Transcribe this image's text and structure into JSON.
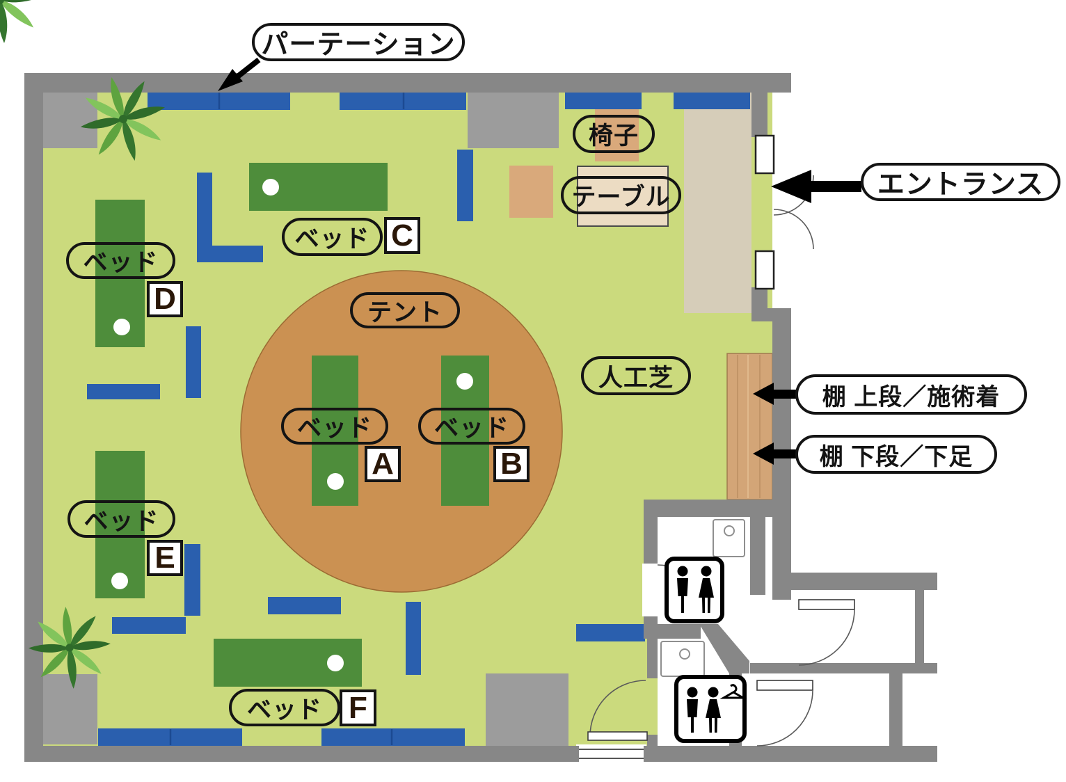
{
  "labels": {
    "partition": "パーテーション",
    "entrance": "エントランス",
    "chair": "椅子",
    "table": "テーブル",
    "tent": "テント",
    "turf": "人工芝",
    "bed": "ベッド",
    "shelf_upper": "棚 上段／施術着",
    "shelf_lower": "棚 下段／下足"
  },
  "beds": [
    {
      "id": "A"
    },
    {
      "id": "B"
    },
    {
      "id": "C"
    },
    {
      "id": "D"
    },
    {
      "id": "E"
    },
    {
      "id": "F"
    }
  ],
  "colors": {
    "floor": "#cbda7d",
    "wall": "#878787",
    "wall_inner": "#9c9c9c",
    "partition": "#2a5fae",
    "bed": "#4e8d3b",
    "tent": "#cb9152",
    "shelf": "#d3a577",
    "entry_floor": "#d6cdb9",
    "chair": "#d9a97b",
    "table": "#ecdcc3",
    "label_ink": "#141414"
  }
}
